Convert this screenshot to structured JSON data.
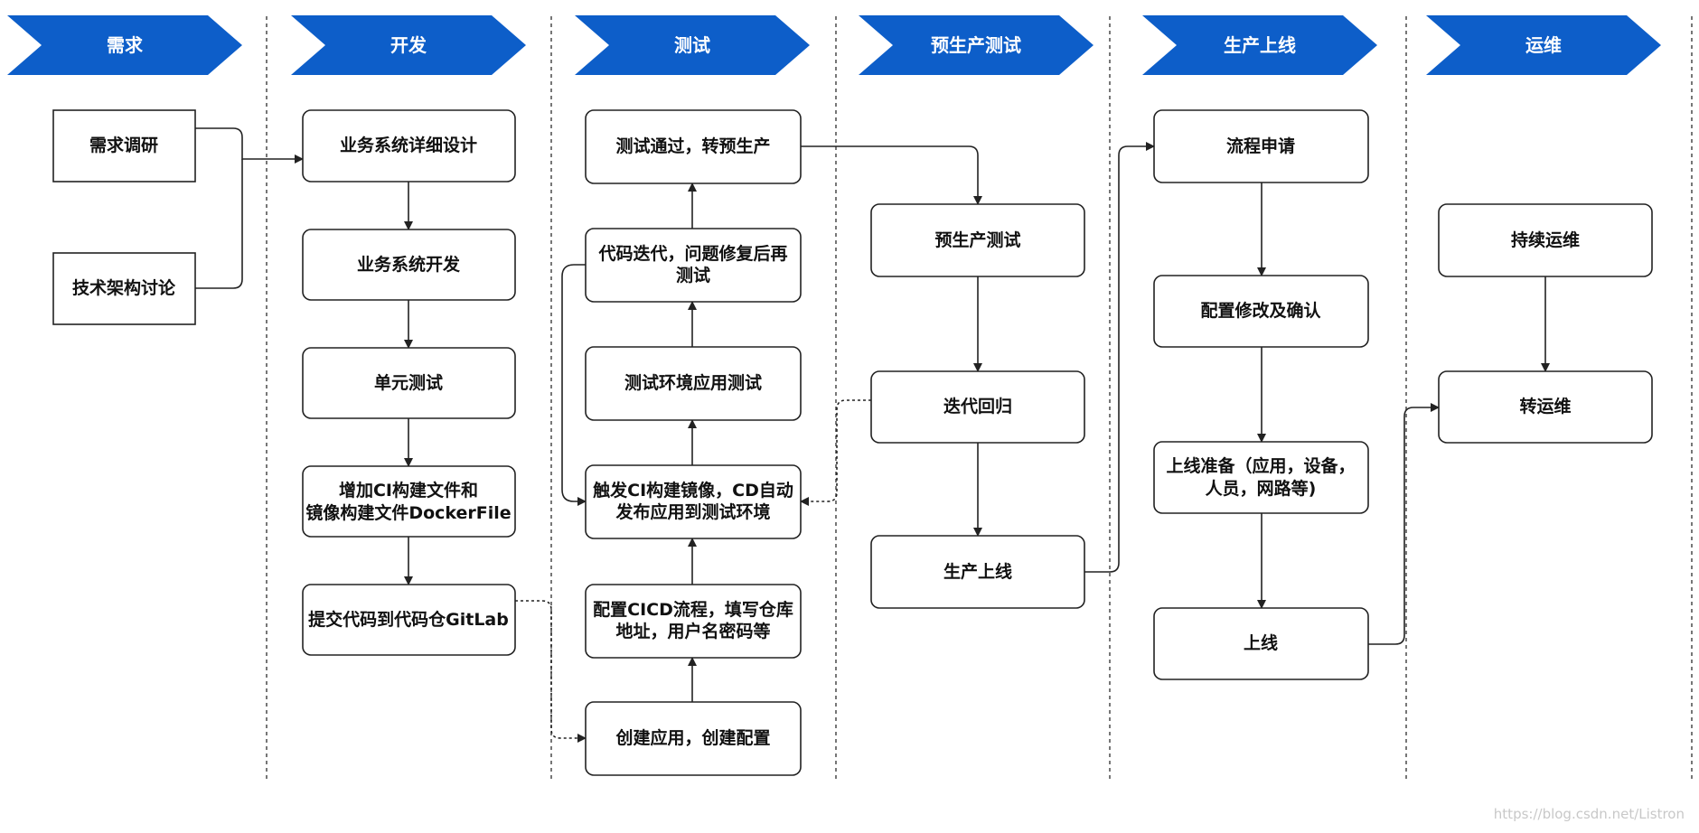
{
  "colors": {
    "header": "#0d5ec9",
    "header_text": "#ffffff",
    "stroke": "#222222",
    "divider": "#555555",
    "box_fill": "#ffffff"
  },
  "phases": [
    "需求",
    "开发",
    "测试",
    "预生产测试",
    "生产上线",
    "运维"
  ],
  "nodes": {
    "req_research": [
      "需求调研"
    ],
    "tech_arch": [
      "技术架构讨论"
    ],
    "dev_design": [
      "业务系统详细设计"
    ],
    "dev_develop": [
      "业务系统开发"
    ],
    "dev_unit_test": [
      "单元测试"
    ],
    "dev_ci_files": [
      "增加CI构建文件和",
      "镜像构建文件DockerFile"
    ],
    "dev_commit": [
      "提交代码到代码仓GitLab"
    ],
    "test_pass": [
      "测试通过，转预生产"
    ],
    "test_iterate": [
      "代码迭代，问题修复后再",
      "测试"
    ],
    "test_env": [
      "测试环境应用测试"
    ],
    "test_trigger": [
      "触发CI构建镜像，CD自动",
      "发布应用到测试环境"
    ],
    "test_config": [
      "配置CICD流程，填写仓库",
      "地址，用户名密码等"
    ],
    "test_create": [
      "创建应用，创建配置"
    ],
    "pre_test": [
      "预生产测试"
    ],
    "pre_iterate": [
      "迭代回归"
    ],
    "pre_prod": [
      "生产上线"
    ],
    "prod_flow": [
      "流程申请"
    ],
    "prod_config": [
      "配置修改及确认"
    ],
    "prod_prepare": [
      "上线准备（应用，设备，",
      "人员，网路等)"
    ],
    "prod_online": [
      "上线"
    ],
    "ops_continue": [
      "持续运维"
    ],
    "ops_transfer": [
      "转运维"
    ]
  },
  "watermark": "https://blog.csdn.net/Listron"
}
